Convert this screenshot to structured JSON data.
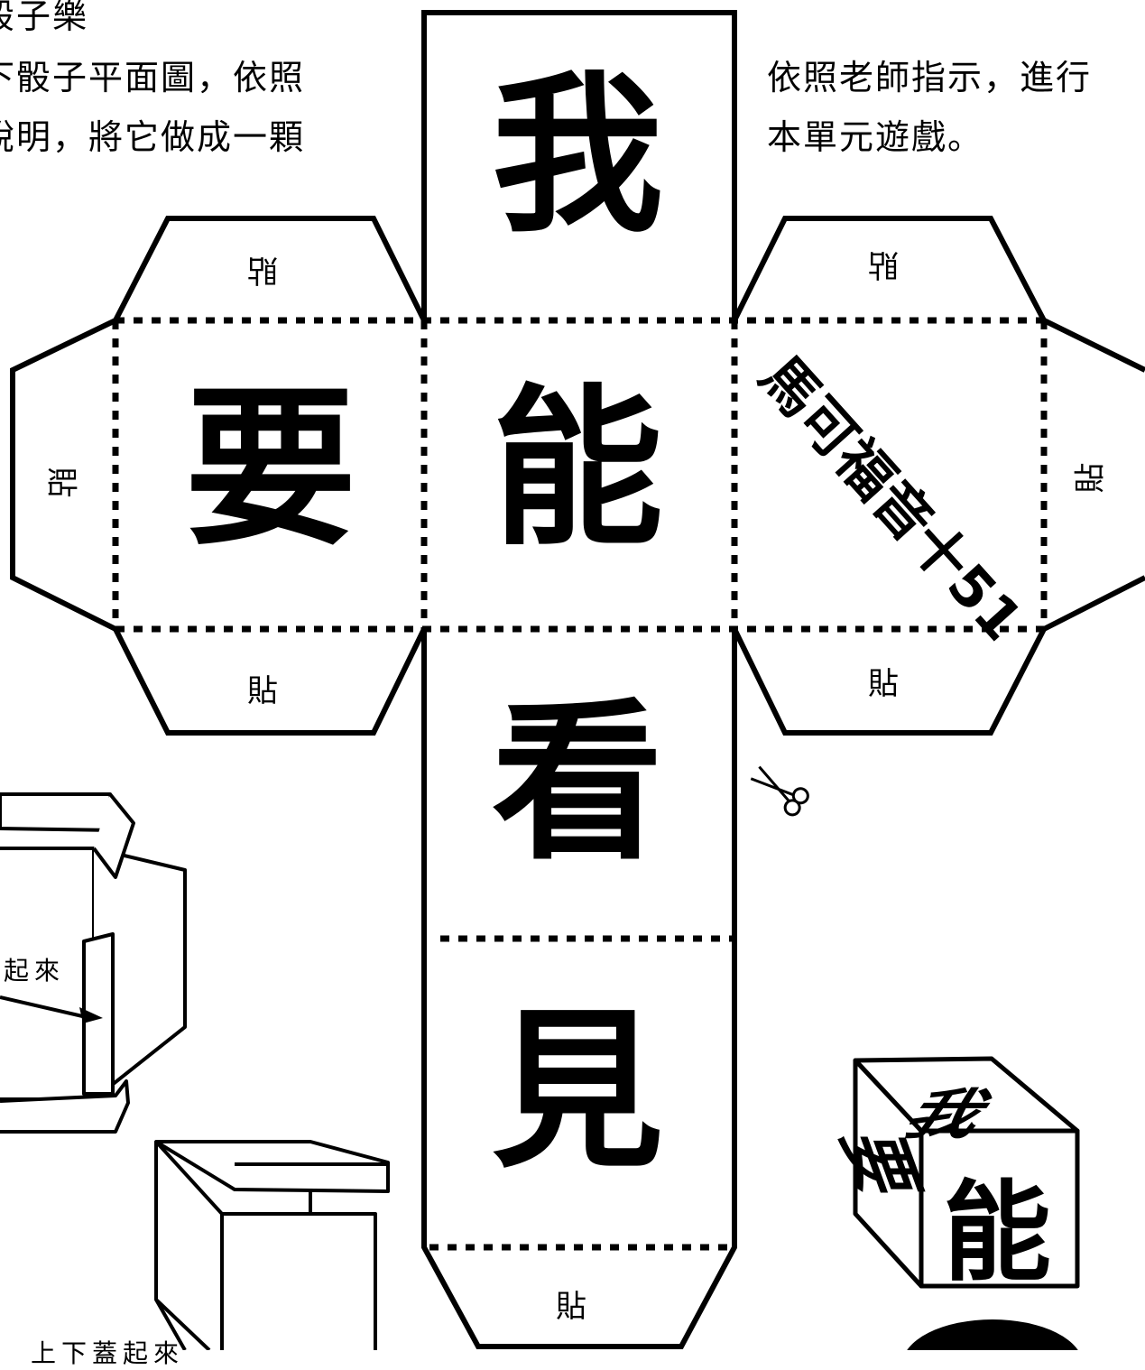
{
  "intro_left": {
    "line1": "骰子樂",
    "line2": "下骰子平面圖，依照",
    "line3": "說明，將它做成一顆"
  },
  "intro_right": {
    "line1": "依照老師指示，進行",
    "line2": "本單元遊戲。"
  },
  "faces": {
    "top": "我",
    "left": "要",
    "center": "能",
    "right": "馬可福音十51",
    "below": "看",
    "bottom": "見"
  },
  "glue_label": "貼",
  "steps": {
    "step_a": "起來",
    "step_b": "上下蓋起來"
  },
  "finished_cube": {
    "top_face": "我",
    "front_face": "能",
    "side_face": "要"
  }
}
